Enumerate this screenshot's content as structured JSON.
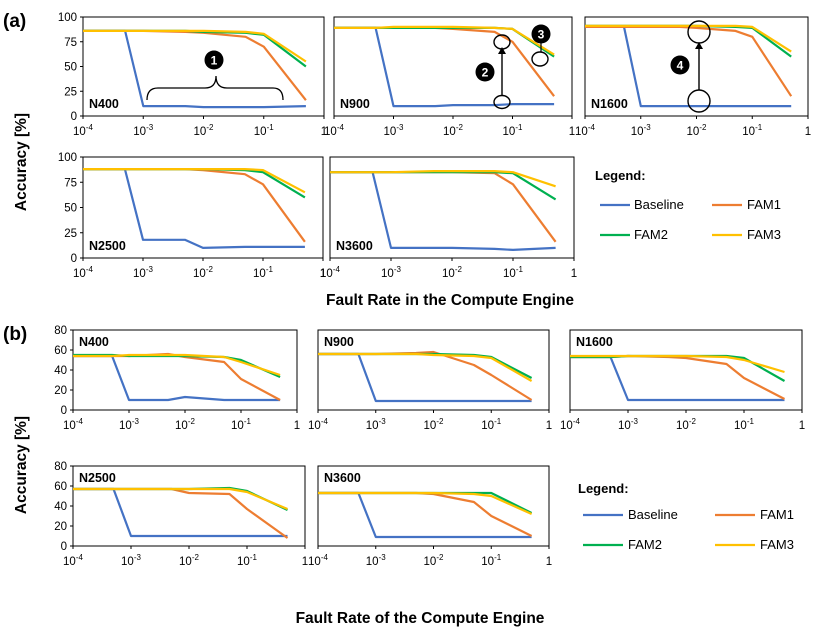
{
  "figure_a": {
    "label": "(a)",
    "ylabel": "Accuracy [%]",
    "xlabel": "Fault Rate in the Compute Engine",
    "legend_title": "Legend:",
    "markers": [
      "1",
      "2",
      "3",
      "4"
    ]
  },
  "figure_b": {
    "label": "(b)",
    "ylabel": "Accuracy [%]",
    "xlabel": "Fault Rate of the Compute Engine",
    "legend_title": "Legend:"
  },
  "colors": {
    "Baseline": "#4472C4",
    "FAM1": "#ED7D31",
    "FAM2": "#00B050",
    "FAM3": "#FFC000"
  },
  "chart_data": [
    {
      "type": "line",
      "figure": "a",
      "name": "N400",
      "xscale": "log",
      "xlim": [
        0.0001,
        1
      ],
      "ylim": [
        0,
        100
      ],
      "yticks": [
        0,
        25,
        50,
        75,
        100
      ],
      "series": [
        {
          "name": "Baseline",
          "x": [
            0.0001,
            0.0005,
            0.001,
            0.005,
            0.01,
            0.05,
            0.1,
            0.5
          ],
          "y": [
            86,
            86,
            10,
            10,
            9,
            9,
            9,
            10
          ]
        },
        {
          "name": "FAM1",
          "x": [
            0.0001,
            0.0005,
            0.001,
            0.005,
            0.01,
            0.05,
            0.1,
            0.5
          ],
          "y": [
            86,
            86,
            86,
            85,
            84,
            80,
            70,
            16
          ]
        },
        {
          "name": "FAM2",
          "x": [
            0.0001,
            0.0005,
            0.001,
            0.005,
            0.01,
            0.05,
            0.1,
            0.5
          ],
          "y": [
            86,
            86,
            86,
            86,
            85,
            84,
            82,
            50
          ]
        },
        {
          "name": "FAM3",
          "x": [
            0.0001,
            0.0005,
            0.001,
            0.005,
            0.01,
            0.05,
            0.1,
            0.5
          ],
          "y": [
            86,
            86,
            86,
            86,
            86,
            85,
            83,
            55
          ]
        }
      ]
    },
    {
      "type": "line",
      "figure": "a",
      "name": "N900",
      "xscale": "log",
      "xlim": [
        0.0001,
        1
      ],
      "ylim": [
        0,
        100
      ],
      "yticks": [
        0,
        25,
        50,
        75,
        100
      ],
      "series": [
        {
          "name": "Baseline",
          "x": [
            0.0001,
            0.0005,
            0.001,
            0.005,
            0.01,
            0.05,
            0.1,
            0.5
          ],
          "y": [
            89,
            89,
            10,
            10,
            11,
            11,
            12,
            12
          ]
        },
        {
          "name": "FAM1",
          "x": [
            0.0001,
            0.0005,
            0.001,
            0.005,
            0.01,
            0.05,
            0.1,
            0.5
          ],
          "y": [
            89,
            89,
            89,
            89,
            88,
            85,
            75,
            20
          ]
        },
        {
          "name": "FAM2",
          "x": [
            0.0001,
            0.0005,
            0.001,
            0.005,
            0.01,
            0.05,
            0.1,
            0.5
          ],
          "y": [
            89,
            89,
            89,
            89,
            89,
            89,
            88,
            60
          ]
        },
        {
          "name": "FAM3",
          "x": [
            0.0001,
            0.0005,
            0.001,
            0.005,
            0.01,
            0.05,
            0.1,
            0.5
          ],
          "y": [
            89,
            89,
            90,
            90,
            90,
            89,
            88,
            62
          ]
        }
      ]
    },
    {
      "type": "line",
      "figure": "a",
      "name": "N1600",
      "xscale": "log",
      "xlim": [
        0.0001,
        1
      ],
      "ylim": [
        0,
        100
      ],
      "yticks": [
        0,
        25,
        50,
        75,
        100
      ],
      "series": [
        {
          "name": "Baseline",
          "x": [
            0.0001,
            0.0005,
            0.001,
            0.005,
            0.01,
            0.05,
            0.1,
            0.5
          ],
          "y": [
            90,
            90,
            10,
            10,
            10,
            10,
            10,
            10
          ]
        },
        {
          "name": "FAM1",
          "x": [
            0.0001,
            0.0005,
            0.001,
            0.005,
            0.01,
            0.05,
            0.1,
            0.5
          ],
          "y": [
            90,
            90,
            90,
            90,
            89,
            86,
            80,
            20
          ]
        },
        {
          "name": "FAM2",
          "x": [
            0.0001,
            0.0005,
            0.001,
            0.005,
            0.01,
            0.05,
            0.1,
            0.5
          ],
          "y": [
            91,
            91,
            91,
            91,
            91,
            90,
            89,
            60
          ]
        },
        {
          "name": "FAM3",
          "x": [
            0.0001,
            0.0005,
            0.001,
            0.005,
            0.01,
            0.05,
            0.1,
            0.5
          ],
          "y": [
            91,
            91,
            91,
            91,
            91,
            91,
            90,
            65
          ]
        }
      ]
    },
    {
      "type": "line",
      "figure": "a",
      "name": "N2500",
      "xscale": "log",
      "xlim": [
        0.0001,
        1
      ],
      "ylim": [
        0,
        100
      ],
      "yticks": [
        0,
        25,
        50,
        75,
        100
      ],
      "series": [
        {
          "name": "Baseline",
          "x": [
            0.0001,
            0.0005,
            0.001,
            0.005,
            0.01,
            0.05,
            0.1,
            0.5
          ],
          "y": [
            88,
            88,
            18,
            18,
            10,
            11,
            11,
            11
          ]
        },
        {
          "name": "FAM1",
          "x": [
            0.0001,
            0.0005,
            0.001,
            0.005,
            0.01,
            0.05,
            0.1,
            0.5
          ],
          "y": [
            88,
            88,
            88,
            88,
            87,
            83,
            73,
            16
          ]
        },
        {
          "name": "FAM2",
          "x": [
            0.0001,
            0.0005,
            0.001,
            0.005,
            0.01,
            0.05,
            0.1,
            0.5
          ],
          "y": [
            88,
            88,
            88,
            88,
            88,
            87,
            85,
            60
          ]
        },
        {
          "name": "FAM3",
          "x": [
            0.0001,
            0.0005,
            0.001,
            0.005,
            0.01,
            0.05,
            0.1,
            0.5
          ],
          "y": [
            88,
            88,
            88,
            88,
            88,
            88,
            87,
            65
          ]
        }
      ]
    },
    {
      "type": "line",
      "figure": "a",
      "name": "N3600",
      "xscale": "log",
      "xlim": [
        0.0001,
        1
      ],
      "ylim": [
        0,
        100
      ],
      "yticks": [
        0,
        25,
        50,
        75,
        100
      ],
      "series": [
        {
          "name": "Baseline",
          "x": [
            0.0001,
            0.0005,
            0.001,
            0.005,
            0.01,
            0.05,
            0.1,
            0.5
          ],
          "y": [
            85,
            85,
            10,
            10,
            10,
            9,
            8,
            10
          ]
        },
        {
          "name": "FAM1",
          "x": [
            0.0001,
            0.0005,
            0.001,
            0.005,
            0.01,
            0.05,
            0.1,
            0.5
          ],
          "y": [
            85,
            85,
            85,
            85,
            85,
            84,
            73,
            16
          ]
        },
        {
          "name": "FAM2",
          "x": [
            0.0001,
            0.0005,
            0.001,
            0.005,
            0.01,
            0.05,
            0.1,
            0.5
          ],
          "y": [
            85,
            85,
            85,
            85,
            85,
            85,
            84,
            58
          ]
        },
        {
          "name": "FAM3",
          "x": [
            0.0001,
            0.0005,
            0.001,
            0.005,
            0.01,
            0.05,
            0.1,
            0.5
          ],
          "y": [
            85,
            85,
            85,
            86,
            86,
            86,
            85,
            71
          ]
        }
      ]
    },
    {
      "type": "line",
      "figure": "b",
      "name": "N400",
      "xscale": "log",
      "xlim": [
        0.0001,
        1
      ],
      "ylim": [
        0,
        80
      ],
      "yticks": [
        0,
        20,
        40,
        60,
        80
      ],
      "series": [
        {
          "name": "Baseline",
          "x": [
            0.0001,
            0.0005,
            0.001,
            0.005,
            0.01,
            0.05,
            0.1,
            0.5
          ],
          "y": [
            54,
            54,
            10,
            10,
            13,
            10,
            10,
            10
          ]
        },
        {
          "name": "FAM1",
          "x": [
            0.0001,
            0.0005,
            0.001,
            0.005,
            0.01,
            0.05,
            0.1,
            0.5
          ],
          "y": [
            54,
            54,
            54,
            56,
            53,
            48,
            31,
            10
          ]
        },
        {
          "name": "FAM2",
          "x": [
            0.0001,
            0.0005,
            0.001,
            0.005,
            0.01,
            0.05,
            0.1,
            0.5
          ],
          "y": [
            55,
            55,
            54,
            54,
            54,
            53,
            50,
            33
          ]
        },
        {
          "name": "FAM3",
          "x": [
            0.0001,
            0.0005,
            0.001,
            0.005,
            0.01,
            0.05,
            0.1,
            0.5
          ],
          "y": [
            54,
            54,
            55,
            55,
            55,
            53,
            48,
            35
          ]
        }
      ]
    },
    {
      "type": "line",
      "figure": "b",
      "name": "N900",
      "xscale": "log",
      "xlim": [
        0.0001,
        1
      ],
      "ylim": [
        0,
        80
      ],
      "yticks": [
        0,
        20,
        40,
        60,
        80
      ],
      "series": [
        {
          "name": "Baseline",
          "x": [
            0.0001,
            0.0005,
            0.001,
            0.005,
            0.01,
            0.05,
            0.1,
            0.5
          ],
          "y": [
            56,
            56,
            9,
            9,
            9,
            9,
            9,
            9
          ]
        },
        {
          "name": "FAM1",
          "x": [
            0.0001,
            0.0005,
            0.001,
            0.005,
            0.01,
            0.05,
            0.1,
            0.5
          ],
          "y": [
            56,
            56,
            56,
            57,
            58,
            45,
            35,
            10
          ]
        },
        {
          "name": "FAM2",
          "x": [
            0.0001,
            0.0005,
            0.001,
            0.005,
            0.01,
            0.05,
            0.1,
            0.5
          ],
          "y": [
            56,
            56,
            56,
            56,
            56,
            55,
            53,
            32
          ]
        },
        {
          "name": "FAM3",
          "x": [
            0.0001,
            0.0005,
            0.001,
            0.005,
            0.01,
            0.05,
            0.1,
            0.5
          ],
          "y": [
            56,
            56,
            56,
            56,
            55,
            54,
            52,
            29
          ]
        }
      ]
    },
    {
      "type": "line",
      "figure": "b",
      "name": "N1600",
      "xscale": "log",
      "xlim": [
        0.0001,
        1
      ],
      "ylim": [
        0,
        80
      ],
      "yticks": [
        0,
        20,
        40,
        60,
        80
      ],
      "series": [
        {
          "name": "Baseline",
          "x": [
            0.0001,
            0.0005,
            0.001,
            0.005,
            0.01,
            0.05,
            0.1,
            0.5
          ],
          "y": [
            53,
            53,
            10,
            10,
            10,
            10,
            10,
            10
          ]
        },
        {
          "name": "FAM1",
          "x": [
            0.0001,
            0.0005,
            0.001,
            0.005,
            0.01,
            0.05,
            0.1,
            0.5
          ],
          "y": [
            53,
            53,
            54,
            53,
            52,
            46,
            32,
            11
          ]
        },
        {
          "name": "FAM2",
          "x": [
            0.0001,
            0.0005,
            0.001,
            0.005,
            0.01,
            0.05,
            0.1,
            0.5
          ],
          "y": [
            53,
            53,
            54,
            54,
            54,
            54,
            52,
            29
          ]
        },
        {
          "name": "FAM3",
          "x": [
            0.0001,
            0.0005,
            0.001,
            0.005,
            0.01,
            0.05,
            0.1,
            0.5
          ],
          "y": [
            54,
            54,
            54,
            54,
            54,
            53,
            50,
            38
          ]
        }
      ]
    },
    {
      "type": "line",
      "figure": "b",
      "name": "N2500",
      "xscale": "log",
      "xlim": [
        0.0001,
        1
      ],
      "ylim": [
        0,
        80
      ],
      "yticks": [
        0,
        20,
        40,
        60,
        80
      ],
      "series": [
        {
          "name": "Baseline",
          "x": [
            0.0001,
            0.0005,
            0.001,
            0.005,
            0.01,
            0.05,
            0.1,
            0.5
          ],
          "y": [
            57,
            57,
            10,
            10,
            10,
            10,
            10,
            10
          ]
        },
        {
          "name": "FAM1",
          "x": [
            0.0001,
            0.0005,
            0.001,
            0.005,
            0.01,
            0.05,
            0.1,
            0.5
          ],
          "y": [
            57,
            57,
            57,
            57,
            53,
            52,
            37,
            8
          ]
        },
        {
          "name": "FAM2",
          "x": [
            0.0001,
            0.0005,
            0.001,
            0.005,
            0.01,
            0.05,
            0.1,
            0.5
          ],
          "y": [
            57,
            57,
            57,
            57,
            57,
            58,
            55,
            36
          ]
        },
        {
          "name": "FAM3",
          "x": [
            0.0001,
            0.0005,
            0.001,
            0.005,
            0.01,
            0.05,
            0.1,
            0.5
          ],
          "y": [
            57,
            57,
            57,
            57,
            57,
            57,
            54,
            37
          ]
        }
      ]
    },
    {
      "type": "line",
      "figure": "b",
      "name": "N3600",
      "xscale": "log",
      "xlim": [
        0.0001,
        1
      ],
      "ylim": [
        0,
        80
      ],
      "yticks": [
        0,
        20,
        40,
        60,
        80
      ],
      "series": [
        {
          "name": "Baseline",
          "x": [
            0.0001,
            0.0005,
            0.001,
            0.005,
            0.01,
            0.05,
            0.1,
            0.5
          ],
          "y": [
            53,
            53,
            9,
            9,
            9,
            9,
            9,
            9
          ]
        },
        {
          "name": "FAM1",
          "x": [
            0.0001,
            0.0005,
            0.001,
            0.005,
            0.01,
            0.05,
            0.1,
            0.5
          ],
          "y": [
            53,
            53,
            53,
            53,
            52,
            44,
            30,
            10
          ]
        },
        {
          "name": "FAM2",
          "x": [
            0.0001,
            0.0005,
            0.001,
            0.005,
            0.01,
            0.05,
            0.1,
            0.5
          ],
          "y": [
            53,
            53,
            53,
            53,
            53,
            53,
            53,
            33
          ]
        },
        {
          "name": "FAM3",
          "x": [
            0.0001,
            0.0005,
            0.001,
            0.005,
            0.01,
            0.05,
            0.1,
            0.5
          ],
          "y": [
            53,
            53,
            53,
            53,
            53,
            52,
            50,
            32
          ]
        }
      ]
    }
  ]
}
